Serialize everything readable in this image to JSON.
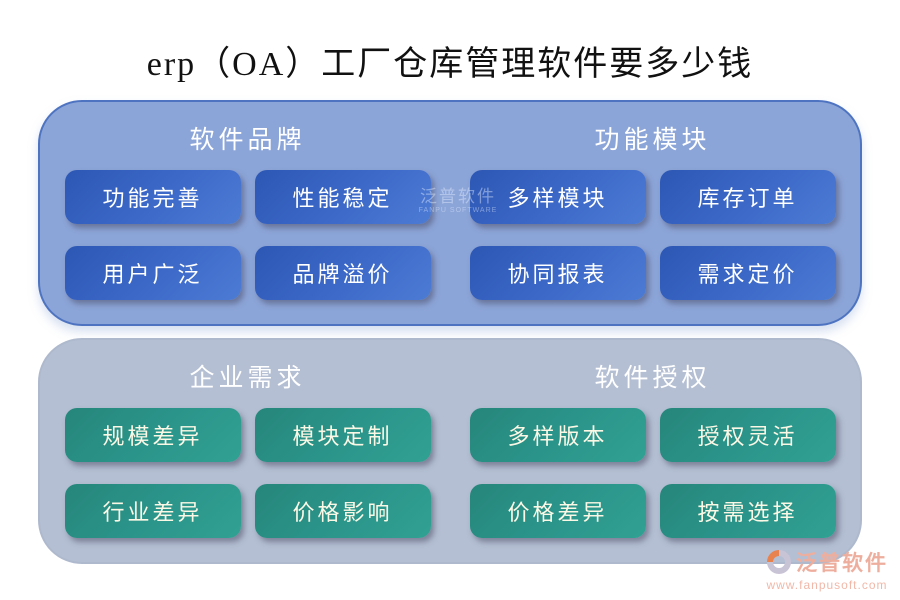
{
  "title": "erp（OA）工厂仓库管理软件要多少钱",
  "colors": {
    "top_panel_bg": "#8ca5d8",
    "top_panel_border": "#4e74c1",
    "bottom_panel_bg": "#b4bfd3",
    "blue_button": "#3a66c6",
    "green_button": "#2b948a",
    "header_text": "#ffffff",
    "brand_text": "#eeae9e"
  },
  "panels": [
    {
      "groups": [
        {
          "header": "软件品牌",
          "buttons": [
            "功能完善",
            "性能稳定",
            "用户广泛",
            "品牌溢价"
          ]
        },
        {
          "header": "功能模块",
          "buttons": [
            "多样模块",
            "库存订单",
            "协同报表",
            "需求定价"
          ]
        }
      ]
    },
    {
      "groups": [
        {
          "header": "企业需求",
          "buttons": [
            "规模差异",
            "模块定制",
            "行业差异",
            "价格影响"
          ]
        },
        {
          "header": "软件授权",
          "buttons": [
            "多样版本",
            "授权灵活",
            "价格差异",
            "按需选择"
          ]
        }
      ]
    }
  ],
  "watermark": {
    "text": "泛普软件",
    "subtext": "FANPU SOFTWARE"
  },
  "footer": {
    "brand": "泛普软件",
    "url": "www.fanpusoft.com"
  }
}
